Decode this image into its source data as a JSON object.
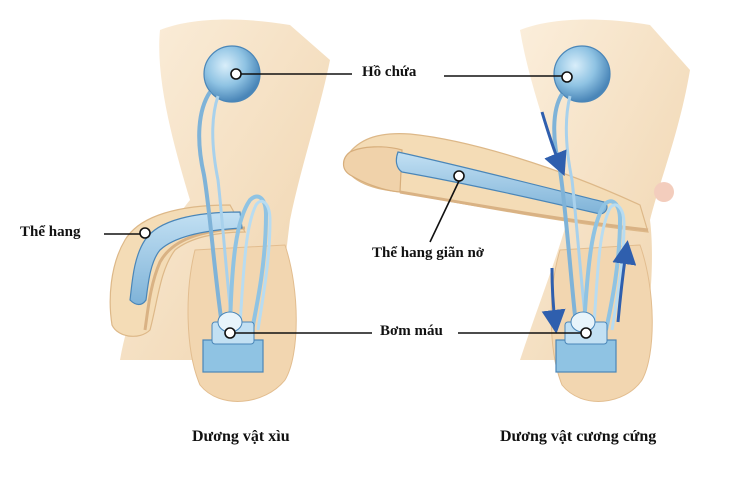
{
  "labels": {
    "reservoir": "Hồ chứa",
    "corpus_cavernosum": "Thể hang",
    "expanded_cavernosum": "Thể hang giãn nở",
    "pump": "Bơm máu"
  },
  "captions": {
    "flaccid": "Dương vật xìu",
    "erect": "Dương vật cương cứng"
  },
  "colors": {
    "skin": "#f6e2c3",
    "skin_shadow": "#e4c49a",
    "device_blue": "#8fc3e3",
    "device_dark": "#4a86b8",
    "arrow_blue": "#2f5fae"
  }
}
